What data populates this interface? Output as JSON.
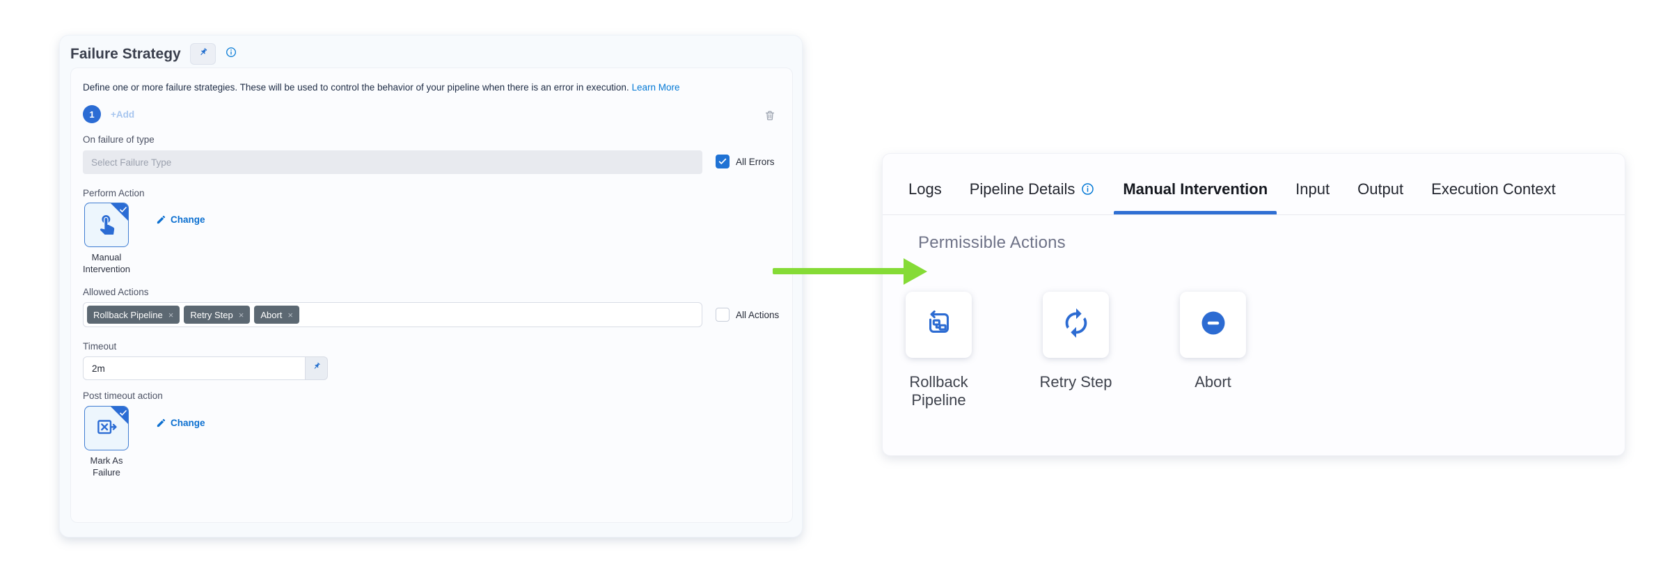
{
  "left_panel": {
    "title": "Failure Strategy",
    "icons": {
      "header_pin": "pushpin",
      "header_info": "info-circle",
      "delete": "trash",
      "edit": "pencil",
      "timeout_pin": "pushpin"
    },
    "description": "Define one or more failure strategies. These will be used to control the behavior of your pipeline when there is an error in execution.",
    "learn_more": "Learn More",
    "strategy_number": "1",
    "add_button": "+Add",
    "on_failure_label": "On failure of type",
    "failure_type_placeholder": "Select Failure Type",
    "all_errors": {
      "label": "All Errors",
      "checked": true
    },
    "perform_action_label": "Perform Action",
    "perform_action": "Manual Intervention",
    "change_label": "Change",
    "allowed_actions_label": "Allowed Actions",
    "tags": [
      {
        "label": "Rollback Pipeline",
        "remove": "×"
      },
      {
        "label": "Retry Step",
        "remove": "×"
      },
      {
        "label": "Abort",
        "remove": "×"
      }
    ],
    "all_actions": {
      "label": "All Actions",
      "checked": false
    },
    "timeout_label": "Timeout",
    "timeout_value": "2m",
    "post_timeout_label": "Post timeout action",
    "post_timeout_action": "Mark As Failure"
  },
  "right_panel": {
    "tabs": [
      {
        "label": "Logs"
      },
      {
        "label": "Pipeline Details",
        "info_icon": true
      },
      {
        "label": "Manual Intervention",
        "active": true
      },
      {
        "label": "Input"
      },
      {
        "label": "Output"
      },
      {
        "label": "Execution Context"
      }
    ],
    "section_title": "Permissible Actions",
    "actions": [
      {
        "label": "Rollback Pipeline",
        "icon": "rollback-pipeline-icon"
      },
      {
        "label": "Retry Step",
        "icon": "retry-step-icon"
      },
      {
        "label": "Abort",
        "icon": "abort-icon"
      }
    ]
  },
  "colors": {
    "primary_blue": "#2b6cd4",
    "link_blue": "#0278d5",
    "tag_bg": "#5c6872",
    "arrow_green": "#85db36"
  }
}
